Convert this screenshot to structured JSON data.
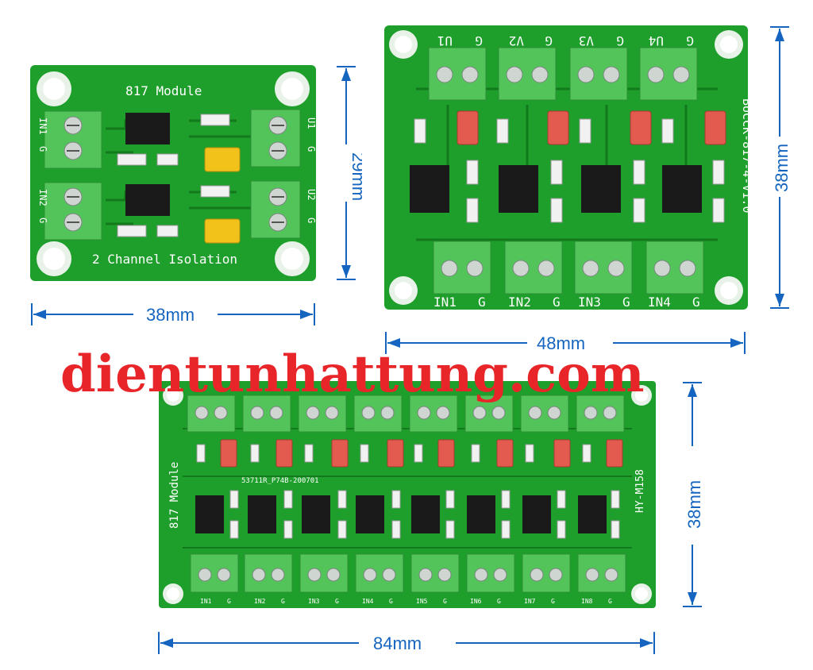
{
  "colors": {
    "pcb": "#1e9e2a",
    "pcb_dark": "#127a1c",
    "terminal": "#53c45a",
    "chip": "#1a1a1a",
    "jumper_yellow": "#f2c21b",
    "jumper_red": "#e25b4e",
    "dimension": "#1565c0",
    "watermark": "#e8262a"
  },
  "board_2ch": {
    "title": "817 Module",
    "subtitle": "2 Channel Isolation",
    "inputs": [
      "IN1",
      "G",
      "IN2",
      "G"
    ],
    "outputs": [
      "U1",
      "G",
      "U2",
      "G"
    ],
    "width_label": "38mm",
    "height_label": "29mm"
  },
  "board_4ch": {
    "top_labels": [
      "U1",
      "G",
      "V2",
      "G",
      "V3",
      "G",
      "U4",
      "G"
    ],
    "bottom_labels": [
      "IN1",
      "G",
      "IN2",
      "G",
      "IN3",
      "G",
      "IN4",
      "G"
    ],
    "side_label": "BUCCK-817-4-V1.0",
    "width_label": "48mm",
    "height_label": "38mm"
  },
  "board_8ch": {
    "side_label": "817 Module",
    "code_label": "53711R_P74B-200701",
    "model_label": "HY-M158",
    "bottom_labels": [
      "IN1",
      "G",
      "IN2",
      "G",
      "IN3",
      "G",
      "IN4",
      "G",
      "IN5",
      "G",
      "IN6",
      "G",
      "IN7",
      "G",
      "IN8",
      "G"
    ],
    "width_label": "84mm",
    "height_label": "38mm"
  },
  "watermark": "dientunhattung.com"
}
